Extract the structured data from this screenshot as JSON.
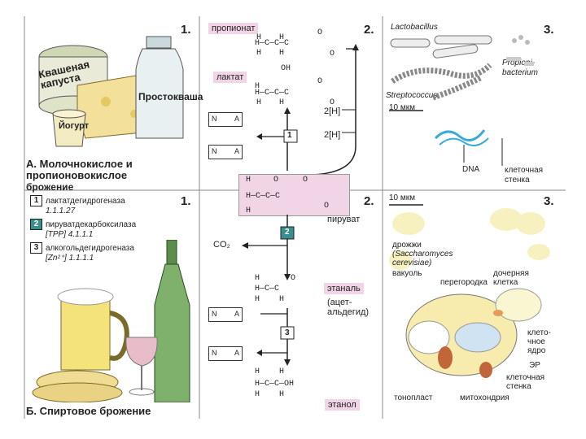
{
  "panel_a": {
    "num1": "1.",
    "num2": "2.",
    "num3": "3.",
    "title_line1": "А. Молочнокислое и",
    "title_line2": "пропионовокислое",
    "title_line3": "брожение",
    "label_cabbage": "Квашеная капуста",
    "label_kvasha": "Простокваша",
    "label_yogurt": "Йогурт",
    "propionate": "пропионат",
    "lactate": "лактат",
    "hydrogen1": "2[H]",
    "hydrogen2": "2[H]",
    "enzyme_marker": "1",
    "lactobacillus": "Lactobacillus",
    "propionibacterium_line1": "Propioni-",
    "propionibacterium_line2": "bacterium",
    "streptococcus": "Streptococcus",
    "scale": "10 мкм",
    "dna": "DNA",
    "cell_wall_line1": "клеточная",
    "cell_wall_line2": "стенка"
  },
  "center": {
    "pyruvate": "пируват"
  },
  "panel_b": {
    "num1": "1.",
    "num2": "2.",
    "num3": "3.",
    "title": "Б. Спиртовое брожение",
    "legend": [
      {
        "key": "1",
        "name": "лактатдегидрогеназа",
        "code": "1.1.1.27"
      },
      {
        "key": "2",
        "name": "пируватдекарбоксилаза",
        "code": "[TPP]  4.1.1.1"
      },
      {
        "key": "3",
        "name": "алкогольдегидрогеназа",
        "code": "[Zn²⁺]  1.1.1.1"
      }
    ],
    "co2": "CO₂",
    "enzyme2_marker": "2",
    "enzyme3_marker": "3",
    "ethanal": "этаналь",
    "acetaldehyde_line1": "(ацет-",
    "acetaldehyde_line2": "альдегид)",
    "ethanol": "этанол",
    "scale": "10 мкм",
    "yeast_line1": "дрожжи",
    "yeast_line2": "(Saccharomyces",
    "yeast_line3": "cerevisiae)",
    "vacuole": "вакуоль",
    "septum": "перегородка",
    "daughter_line1": "дочерняя",
    "daughter_line2": "клетка",
    "nucleus_line1": "клето-",
    "nucleus_line2": "чное",
    "nucleus_line3": "ядро",
    "er": "ЭР",
    "cell_wall_line1": "клеточная",
    "cell_wall_line2": "стенка",
    "tonoplast": "тонопласт",
    "mitochondrion": "митохондрия"
  },
  "nad": {
    "left": "N",
    "right": "A"
  }
}
